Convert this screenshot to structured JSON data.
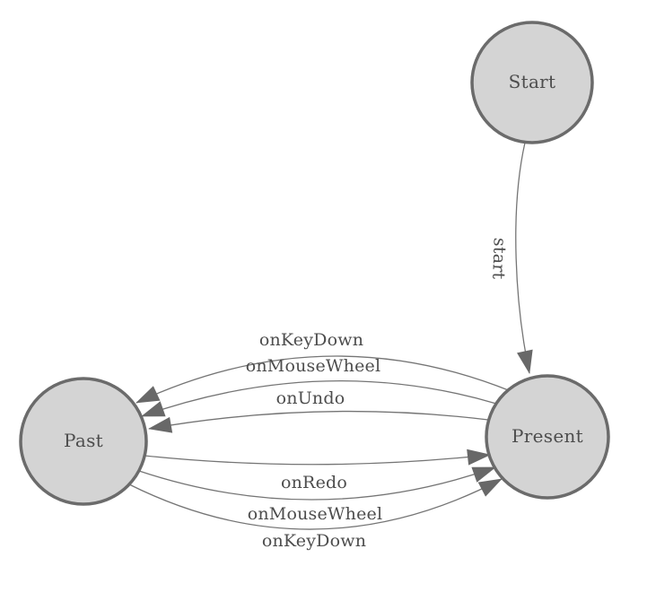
{
  "diagram": {
    "nodes": {
      "start": {
        "label": "Start"
      },
      "present": {
        "label": "Present"
      },
      "past": {
        "label": "Past"
      }
    },
    "edges": {
      "initial": {
        "label": "start",
        "from": "Start",
        "to": "Present"
      },
      "present_to_past": [
        {
          "label": "onKeyDown"
        },
        {
          "label": "onMouseWheel"
        },
        {
          "label": "onUndo"
        }
      ],
      "past_to_present": [
        {
          "label": "onRedo"
        },
        {
          "label": "onMouseWheel"
        },
        {
          "label": "onKeyDown"
        }
      ]
    },
    "colors": {
      "background": "#ffffff",
      "node_fill": "#d4d4d4",
      "node_stroke": "#6b6b6b",
      "edge_line": "#757575",
      "arrowhead": "#686868",
      "label_text": "#4d4d4d"
    }
  }
}
